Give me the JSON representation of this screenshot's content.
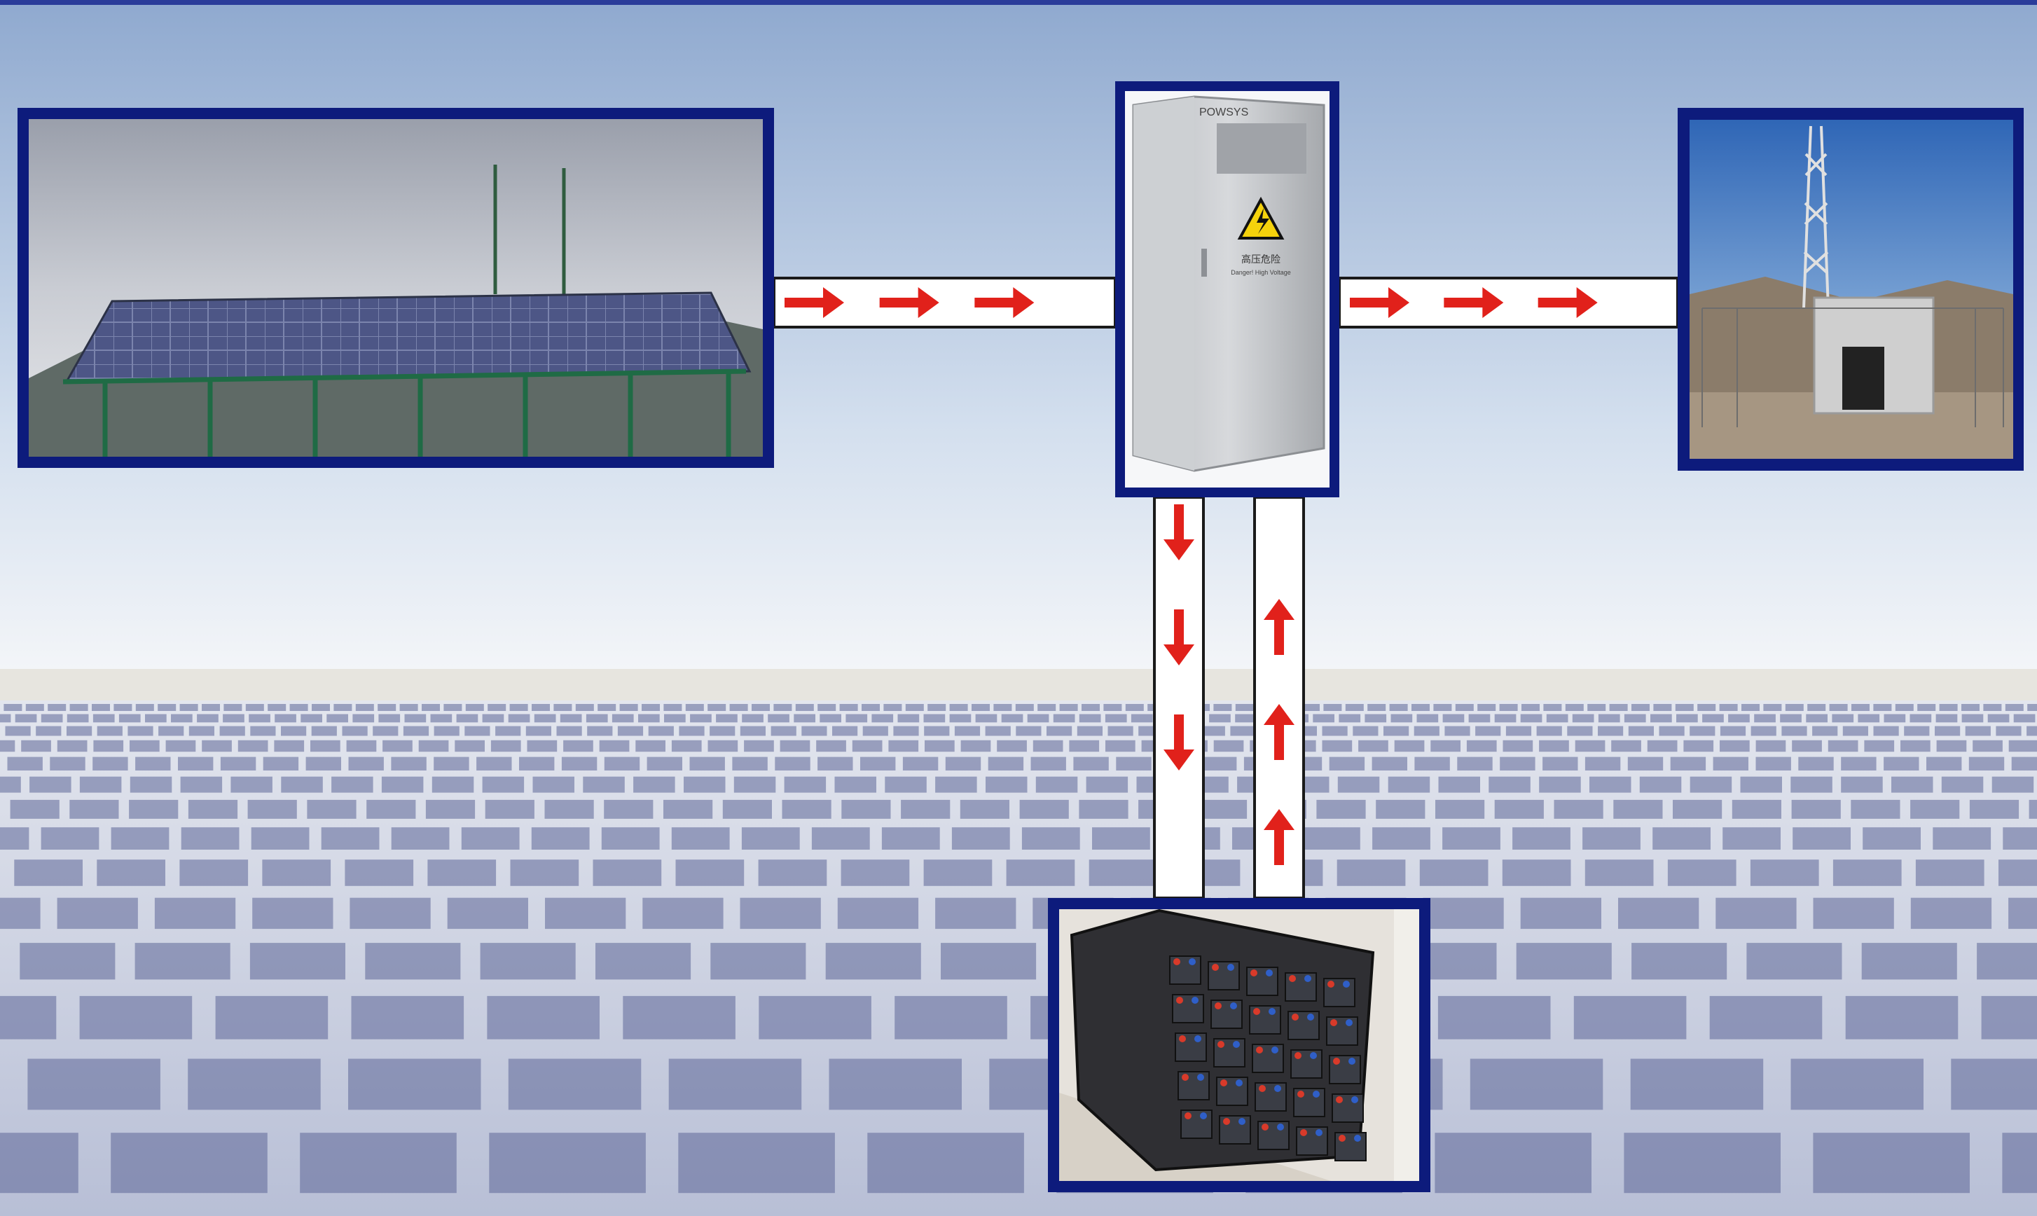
{
  "diagram": {
    "colors": {
      "frame": "#0d1b7c",
      "arrow": "#e1211b",
      "pipe_fill": "#ffffff",
      "pipe_stroke": "#1a1a1a",
      "sky_top": "#9fb6d6",
      "sky_mid": "#dde6f1",
      "ground": "#c9cfe0",
      "panel": "#5d6697"
    },
    "nodes": [
      {
        "id": "pv-array",
        "icon": "solar-panel-array-photo"
      },
      {
        "id": "controller-cabinet",
        "icon": "power-cabinet-photo"
      },
      {
        "id": "load-station",
        "icon": "telecom-station-photo"
      },
      {
        "id": "battery-bank",
        "icon": "battery-rack-photo"
      }
    ],
    "cabinet": {
      "brand": "POWSYS",
      "warning_label": "高压危险",
      "warning_sub": "Danger! High Voltage"
    },
    "flows": [
      {
        "from": "pv-array",
        "to": "controller-cabinet",
        "direction": "right",
        "arrows": 3
      },
      {
        "from": "controller-cabinet",
        "to": "load-station",
        "direction": "right",
        "arrows": 3
      },
      {
        "from": "controller-cabinet",
        "to": "battery-bank",
        "direction": "down",
        "arrows": 3
      },
      {
        "from": "battery-bank",
        "to": "controller-cabinet",
        "direction": "up",
        "arrows": 3
      }
    ]
  }
}
